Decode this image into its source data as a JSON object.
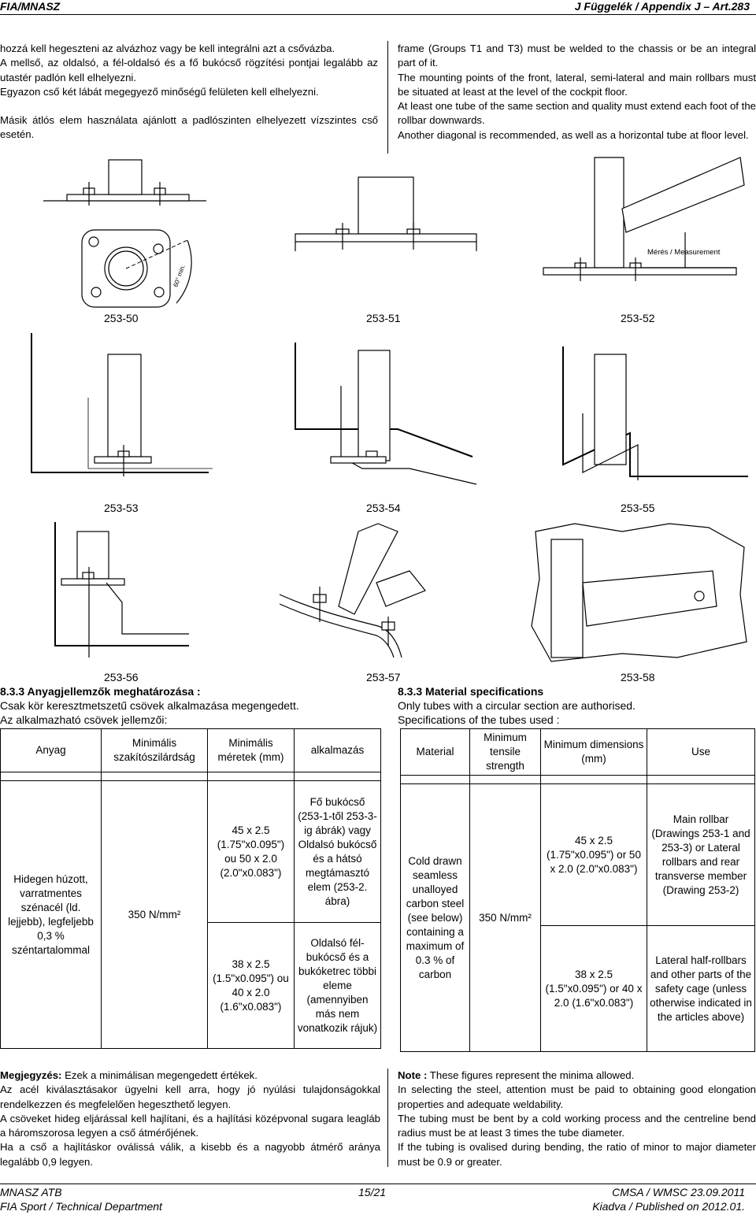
{
  "header": {
    "left": "FIA/MNASZ",
    "right": "J Függelék / Appendix J – Art.283"
  },
  "intro_hu": {
    "lines": [
      "hozzá kell hegeszteni az alvázhoz vagy be kell integrálni azt a csővázba.",
      "A mellső, az oldalsó, a fél-oldalsó és a fő bukócső rögzítési pontjai legalább az utastér padlón kell elhelyezni.",
      "Egyazon cső két lábát megegyező minőségű felületen kell elhelyezni.",
      "Másik átlós elem használata ajánlott a padlószinten elhelyezett vízszintes cső esetén."
    ]
  },
  "intro_en": {
    "lines": [
      "frame (Groups T1 and T3) must be welded to the chassis or be an integral part of it.",
      "The mounting points of the front, lateral, semi-lateral and main rollbars must be situated at least at the level of the cockpit floor.",
      "At least one tube of the same section and quality must extend each foot of the rollbar downwards.",
      "Another diagonal is recommended, as well as a horizontal tube at floor level."
    ]
  },
  "drawings": {
    "measurement_label": "Mérés / Measurement",
    "angle_label": "60° min.",
    "labels": [
      "253-50",
      "253-51",
      "253-52",
      "253-53",
      "253-54",
      "253-55",
      "253-56",
      "253-57",
      "253-58"
    ]
  },
  "section_hu": {
    "heading": "8.3.3      Anyagjellemzők meghatározása :",
    "line1": "Csak kör keresztmetszetű csövek alkalmazása megengedett.",
    "line2": "Az alkalmazható csövek jellemzői:"
  },
  "section_en": {
    "heading": "8.3.3      Material specifications",
    "line1": "Only tubes with a circular section are authorised.",
    "line2": "Specifications of the tubes used :"
  },
  "table_hu": {
    "headers": [
      "Anyag",
      "Minimális szakítószilárdság",
      "Minimális méretek (mm)",
      "alkalmazás"
    ],
    "material": "Hidegen húzott, varratmentes szénacél (ld. lejjebb), legfeljebb 0,3 % széntartalommal",
    "strength": "350 N/mm²",
    "dims_1": "45 x 2.5 (1.75\"x0.095\") ou 50 x 2.0 (2.0\"x0.083\")",
    "use_1": "Fő bukócső (253-1-től 253-3-ig ábrák) vagy Oldalsó bukócső és a hátsó megtámasztó elem (253-2. ábra)",
    "dims_2": "38 x 2.5 (1.5\"x0.095\") ou 40 x 2.0 (1.6\"x0.083\")",
    "use_2": "Oldalsó fél-bukócső és a bukóketrec többi eleme (amennyiben más nem vonatkozik rájuk)"
  },
  "table_en": {
    "headers": [
      "Material",
      "Minimum tensile strength",
      "Minimum dimensions (mm)",
      "Use"
    ],
    "material": "Cold drawn seamless unalloyed carbon steel (see below) containing a maximum of 0.3 % of carbon",
    "strength": "350 N/mm²",
    "dims_1": "45 x 2.5 (1.75\"x0.095\") or 50 x 2.0 (2.0\"x0.083\")",
    "use_1": "Main rollbar (Drawings 253-1 and 253-3) or Lateral rollbars and rear transverse member (Drawing 253-2)",
    "dims_2": "38 x 2.5 (1.5\"x0.095\") or 40 x 2.0 (1.6\"x0.083\")",
    "use_2": "Lateral half-rollbars and other parts of the safety cage (unless otherwise indicated in the articles above)"
  },
  "notes_hu": {
    "label": "Megjegyzés:",
    "first": " Ezek a minimálisan megengedett értékek.",
    "lines": [
      "Az acél kiválasztásakor ügyelni kell arra, hogy jó nyúlási tulajdonságokkal rendelkezzen és megfelelően hegeszthető legyen.",
      "A csöveket hideg eljárással kell hajlítani, és a hajlítási középvonal sugara leagláb a háromszorosa legyen a cső átmérőjének.",
      "Ha a cső a hajlításkor oválissá válik, a kisebb és a nagyobb átmérő aránya legalább 0,9 legyen."
    ]
  },
  "notes_en": {
    "label": "Note :",
    "first": " These figures represent the minima allowed.",
    "lines": [
      "In selecting the steel, attention must be paid to obtaining good elongation properties and adequate weldability.",
      "The tubing must be bent by a cold working process and the centreline bend radius must be at least 3 times the tube diameter.",
      "If the tubing is ovalised during bending, the ratio of minor to major diameter must be 0.9 or greater."
    ]
  },
  "footer": {
    "left1": "MNASZ ATB",
    "left2": "FIA Sport / Technical Department",
    "center": "15/21",
    "right1": "CMSA / WMSC 23.09.2011",
    "right2": "Kiadva / Published on 2012.01."
  }
}
